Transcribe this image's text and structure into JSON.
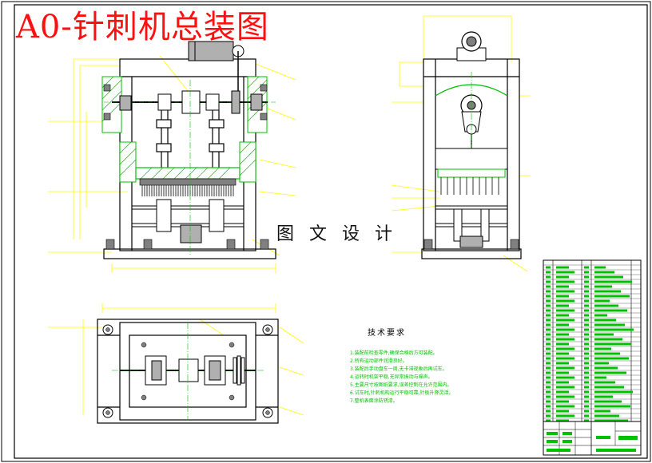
{
  "drawing": {
    "title": "A0-针刺机总装图",
    "watermark": "图 文 设 计",
    "tech_requirements": {
      "heading": "技术要求",
      "notes": [
        "1.装配前检查零件,确保合格后方可装配。",
        "2.所有运动部件润滑良好。",
        "3.装配后手动盘车一周,无卡滞现象后再试车。",
        "4.运转时机架平稳,无异常振动与噪声。",
        "5.主要尺寸按图纸要求,误差控制在允许范围内。",
        "6.试车时,针刺机构运行平稳可靠,针板升降灵活。",
        "7.整机表面涂防锈漆。"
      ]
    }
  },
  "colors": {
    "outline": "#000000",
    "leader": "#ffff00",
    "centerline": "#00c000",
    "hatch": "#00c000",
    "part": "#808080",
    "title_red": "#ff1010",
    "guide": "#0000ff",
    "fill": "#b0b0b0"
  }
}
